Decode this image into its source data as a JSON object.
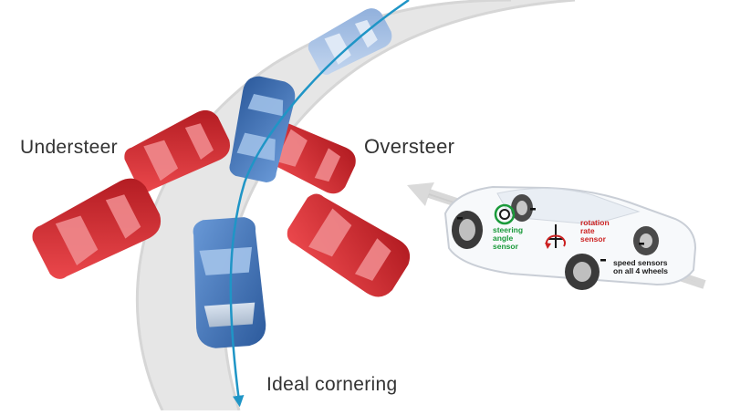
{
  "labels": {
    "understeer": "Understeer",
    "oversteer": "Oversteer",
    "ideal": "Ideal cornering"
  },
  "sensor_labels": {
    "steering_line1": "steering",
    "steering_line2": "angle",
    "steering_line3": "sensor",
    "rotation_line1": "rotation",
    "rotation_line2": "rate",
    "rotation_line3": "sensor",
    "speed_line1": "speed sensors",
    "speed_line2": "on all 4 wheels"
  },
  "colors": {
    "road": "#e6e6e6",
    "road_edge": "#d8d8d8",
    "ideal_car": "#3f73b8",
    "ideal_car_faded": "#a9c3e6",
    "deviating_car": "#d7262b",
    "path_line": "#1f95c6",
    "steering_sensor": "#1a9a3a",
    "rotation_sensor": "#cc2222"
  },
  "icons": [
    "car-icon",
    "steering-wheel-icon",
    "rotation-arrow-icon",
    "direction-arrow-icon"
  ]
}
